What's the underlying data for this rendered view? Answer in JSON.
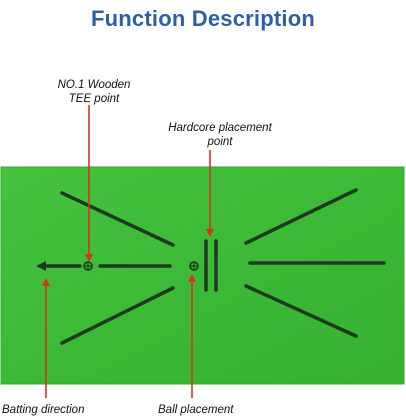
{
  "title": "Function Description",
  "labels": {
    "tee_line1": "NO.1 Wooden",
    "tee_line2": "TEE point",
    "hardcore_line1": "Hardcore placement",
    "hardcore_line2": "point",
    "batting": "Batting direction",
    "ball": "Ball placement"
  },
  "colors": {
    "title": "#2f5ea8",
    "mat_green": "#3fbe3a",
    "mat_edge": "#35a831",
    "lines": "#1d3a1f",
    "arrows": "#d8321f"
  }
}
